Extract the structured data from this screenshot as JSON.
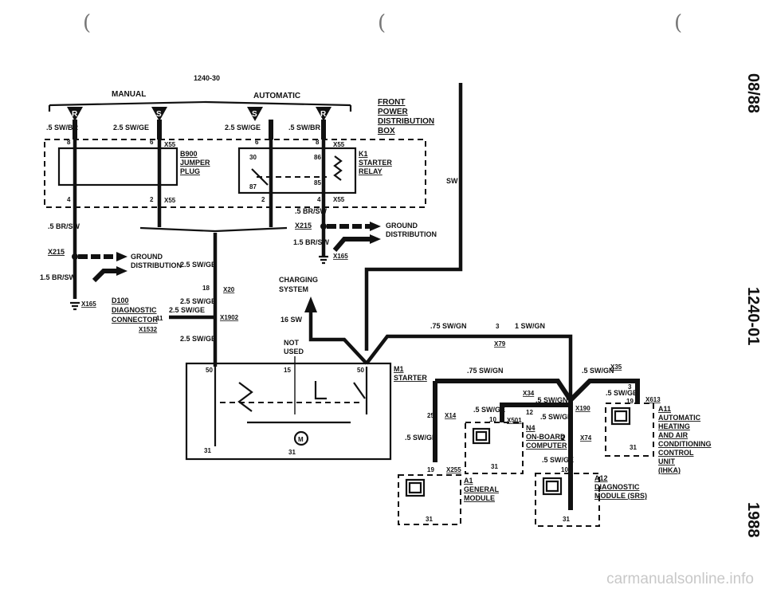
{
  "labels": {
    "manual": "MANUAL",
    "automatic": "AUTOMATIC",
    "code_top": "1240-30",
    "front_power_1": "FRONT",
    "front_power_2": "POWER",
    "front_power_3": "DISTRIBUTION",
    "front_power_4": "BOX",
    "w_05_swbr": ".5 SW/BR",
    "w_25_swge_a": "2.5 SW/GE",
    "w_25_swge_b": "2.5 SW/GE",
    "w_05_swbr_b": ".5 SW/BR",
    "x55_a": "X55",
    "x55_b": "X55",
    "x55_c": "X55",
    "x55_d": "X55",
    "b900_1": "B900",
    "b900_2": "JUMPER",
    "b900_3": "PLUG",
    "k1_1": "K1",
    "k1_2": "STARTER",
    "k1_3": "RELAY",
    "pin30": "30",
    "pin86": "86",
    "pin87": "87",
    "pin85": "85",
    "pin8a": "8",
    "pin6a": "6",
    "pin6b": "6",
    "pin8b": "8",
    "pin4a": "4",
    "pin2a": "2",
    "pin2b": "2",
    "pin4b": "4",
    "sw": "SW",
    "w_05_brsw_left": ".5 BR/SW",
    "w_05_brsw_right": ".5 BR/SW",
    "x215_a": "X215",
    "x215_b": "X215",
    "ground_1": "GROUND",
    "ground_2": "DISTRIBUTION",
    "ground_3": "GROUND",
    "ground_4": "DISTRIBUTION",
    "w_15_brsw_a": "1.5 BR/SW",
    "w_15_brsw_b": "1.5 BR/SW",
    "x165_a": "X165",
    "x165_b": "X165",
    "w_25_swge_c": "2.5 SW/GE",
    "w_25_swge_d": "2.5 SW/GE",
    "w_25_swge_e": "2.5 SW/GE",
    "w_25_swge_f": "2.5 SW/GE",
    "pin18": "18",
    "x20": "X20",
    "d100_1": "D100",
    "d100_2": "DIAGNOSTIC",
    "d100_3": "CONNECTOR",
    "pin11": "11",
    "x1532": "X1532",
    "x1902": "X1902",
    "charging_1": "CHARGING",
    "charging_2": "SYSTEM",
    "w_16_sw": "16 SW",
    "not_used_1": "NOT",
    "not_used_2": "USED",
    "w_075_swgn_a": ".75 SW/GN",
    "w_075_swgn_b": ".75 SW/GN",
    "pin3a": "3",
    "w_1_swgn": "1 SW/GN",
    "x79": "X79",
    "m1_1": "M1",
    "m1_2": "STARTER",
    "pin50a": "50",
    "pin15": "15",
    "pin50b": "50",
    "pin31a": "31",
    "pin31b": "31",
    "x35": "X35",
    "w_05_swgn_a": ".5 SW/GN",
    "pin3b": "3",
    "w_05_swge_a": ".5 SW/GE",
    "pin19a": "19",
    "x613": "X613",
    "x34": "X34",
    "w_05_swgn_b": ".5 SW/GN",
    "w_05_swge_b": ".5 SW/GE",
    "pin12": "12",
    "pin10a": "10",
    "x501": "X501",
    "w_05_swgn_c": ".5 SW/GN",
    "x190": "X190",
    "pin25": "25",
    "x14": "X14",
    "w_05_swgn_d": ".5 SW/GN",
    "n4_1": "N4",
    "n4_2": "ON-BOARD",
    "n4_3": "COMPUTER",
    "pin2c": "2",
    "x74": "X74",
    "w_05_swge_c": ".5 SW/GE",
    "pin10b": "10",
    "pin31c": "31",
    "pin19b": "19",
    "x255": "X255",
    "a1_1": "A1",
    "a1_2": "GENERAL",
    "a1_3": "MODULE",
    "pin31d": "31",
    "a12_1": "A12",
    "a12_2": "DIAGNOSTIC",
    "a12_3": "MODULE (SRS)",
    "pin31e": "31",
    "a11_1": "A11",
    "a11_2": "AUTOMATIC",
    "a11_3": "HEATING",
    "a11_4": "AND AIR",
    "a11_5": "CONDITIONING",
    "a11_6": "CONTROL",
    "a11_7": "UNIT",
    "a11_8": "(IHKA)",
    "pin31f": "31",
    "fuse_r1": "R",
    "fuse_s1": "S",
    "fuse_s2": "S",
    "fuse_r2": "R"
  },
  "side": {
    "date": "08/88",
    "code": "1240-01",
    "year": "1988"
  },
  "watermark": "carmanualsonline.info"
}
